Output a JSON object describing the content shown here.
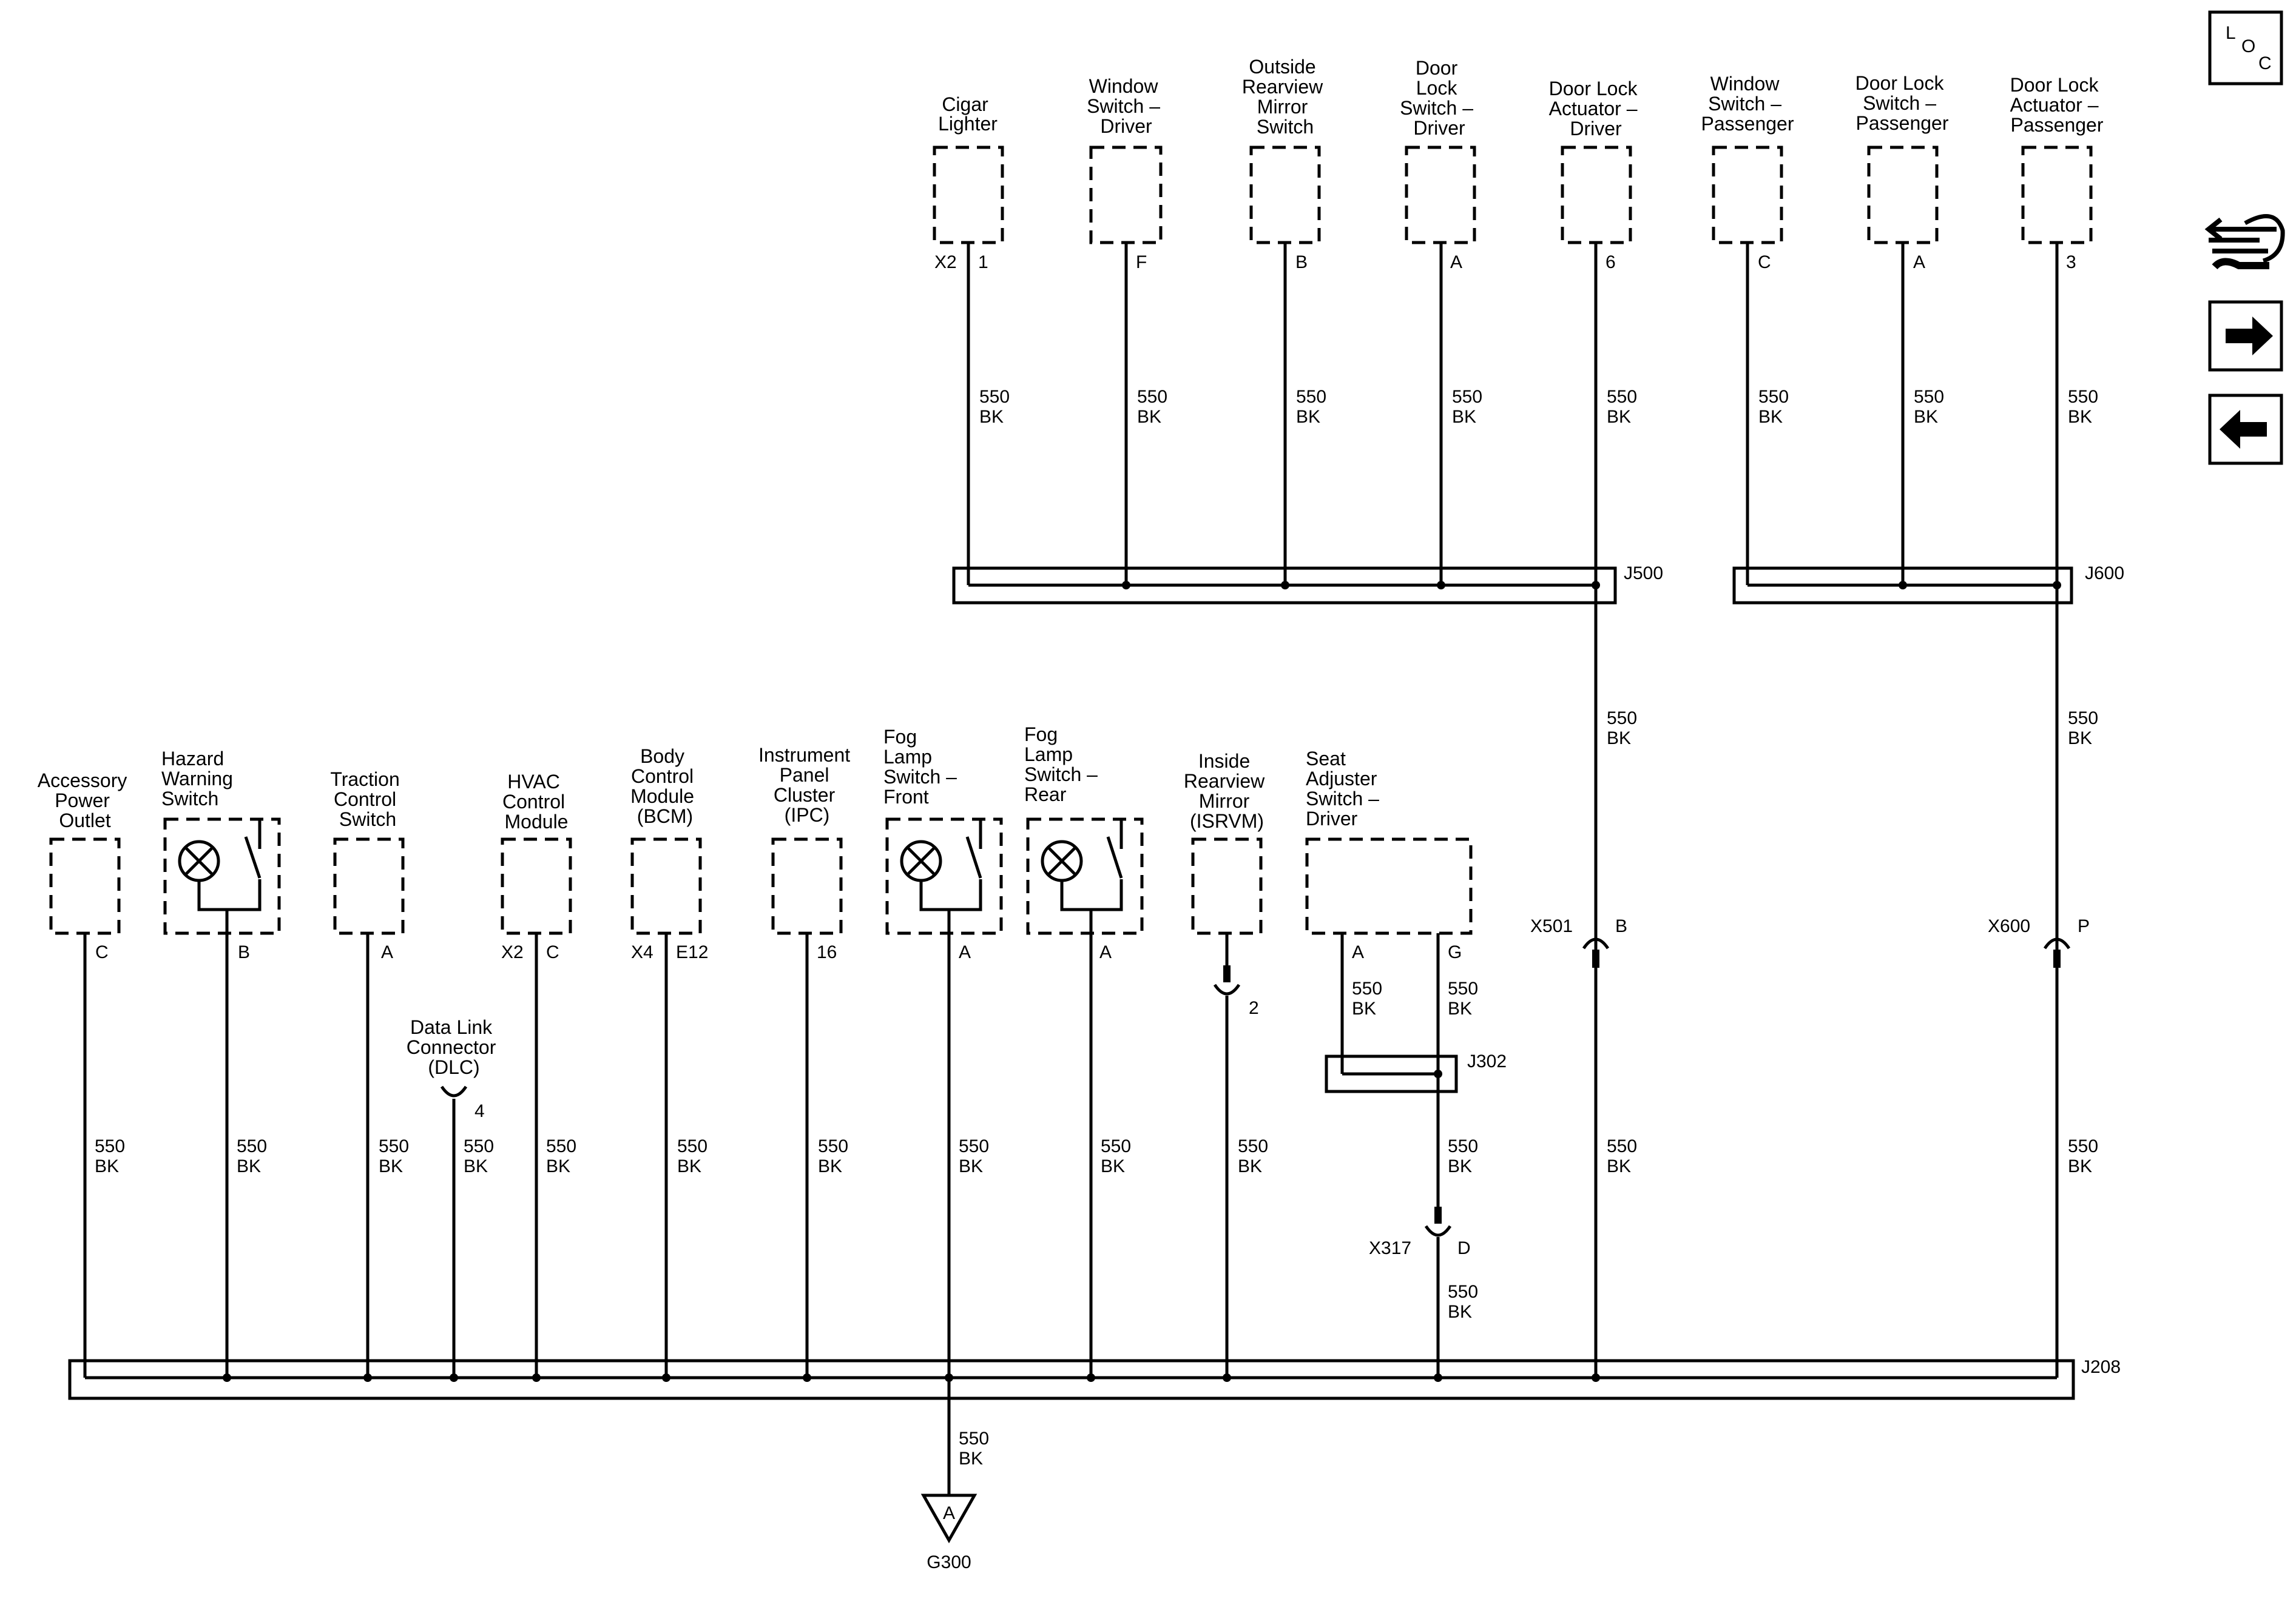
{
  "wire_label": {
    "gauge": "550",
    "color": "BK"
  },
  "nav": {
    "loc_letters": [
      "L",
      "O",
      "C"
    ],
    "icons": [
      "loc-icon",
      "connector-tool-icon",
      "next-arrow-icon",
      "previous-arrow-icon"
    ]
  },
  "components": {
    "cigar_lighter": {
      "lines": [
        "Cigar",
        "Lighter"
      ],
      "connector": "X2",
      "pin": "1"
    },
    "window_switch_driver": {
      "lines": [
        "Window",
        "Switch –",
        "Driver"
      ],
      "pin": "F"
    },
    "outside_mirror_switch": {
      "lines": [
        "Outside",
        "Rearview",
        "Mirror",
        "Switch"
      ],
      "pin": "B"
    },
    "door_lock_switch_driver": {
      "lines": [
        "Door",
        "Lock",
        "Switch –",
        "Driver"
      ],
      "pin": "A"
    },
    "door_lock_actuator_driver": {
      "lines": [
        "Door Lock",
        "Actuator –",
        "Driver"
      ],
      "pin": "6"
    },
    "window_switch_passenger": {
      "lines": [
        "Window",
        "Switch –",
        "Passenger"
      ],
      "pin": "C"
    },
    "door_lock_switch_passenger": {
      "lines": [
        "Door Lock",
        "Switch –",
        "Passenger"
      ],
      "pin": "A"
    },
    "door_lock_actuator_passenger": {
      "lines": [
        "Door Lock",
        "Actuator –",
        "Passenger"
      ],
      "pin": "3"
    },
    "accessory_power_outlet": {
      "lines": [
        "Accessory",
        "Power",
        "Outlet"
      ],
      "pin": "C"
    },
    "hazard_warning_switch": {
      "lines": [
        "Hazard",
        "Warning",
        "Switch"
      ],
      "pin": "B"
    },
    "traction_control_switch": {
      "lines": [
        "Traction",
        "Control",
        "Switch"
      ],
      "pin": "A"
    },
    "hvac_control_module": {
      "lines": [
        "HVAC",
        "Control",
        "Module"
      ],
      "connector": "X2",
      "pin": "C"
    },
    "body_control_module": {
      "lines": [
        "Body",
        "Control",
        "Module",
        "(BCM)"
      ],
      "connector": "X4",
      "pin": "E12"
    },
    "instrument_panel_cluster": {
      "lines": [
        "Instrument",
        "Panel",
        "Cluster",
        "(IPC)"
      ],
      "pin": "16"
    },
    "fog_lamp_switch_front": {
      "lines": [
        "Fog",
        "Lamp",
        "Switch –",
        "Front"
      ],
      "pin": "A"
    },
    "fog_lamp_switch_rear": {
      "lines": [
        "Fog",
        "Lamp",
        "Switch –",
        "Rear"
      ],
      "pin": "A"
    },
    "inside_rearview_mirror": {
      "lines": [
        "Inside",
        "Rearview",
        "Mirror",
        "(ISRVM)"
      ],
      "pin": "2"
    },
    "seat_adjuster_switch_driver": {
      "lines": [
        "Seat",
        "Adjuster",
        "Switch –",
        "Driver"
      ],
      "pins": [
        "A",
        "G"
      ]
    },
    "data_link_connector": {
      "lines": [
        "Data Link",
        "Connector",
        "(DLC)"
      ],
      "pin": "4"
    }
  },
  "splices": {
    "j500": "J500",
    "j600": "J600",
    "j302": "J302",
    "j208": "J208"
  },
  "inline_connectors": {
    "x501": {
      "name": "X501",
      "pin": "B"
    },
    "x600": {
      "name": "X600",
      "pin": "P"
    },
    "x317": {
      "name": "X317",
      "pin": "D"
    }
  },
  "ground": {
    "name": "G300",
    "terminal": "A"
  }
}
